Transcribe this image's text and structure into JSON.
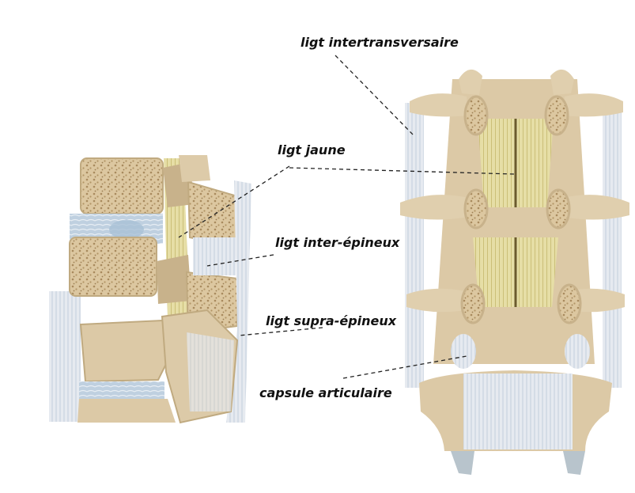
{
  "labels": {
    "intertransversaire": "ligt intertransversaire",
    "jaune": "ligt jaune",
    "inter_epineux": "ligt inter-épineux",
    "supra_epineux": "ligt supra-épineux",
    "capsule": "capsule articulaire"
  },
  "colors": {
    "bone": "#e3d4b6",
    "bone_dark": "#c8b28b",
    "cancellous": "#d6c29a",
    "cancellous_dot": "#a88a5e",
    "ligament_white": "#e4e8ee",
    "ligament_blue": "#b9cbdc",
    "ligament_yellow": "#e4dca0",
    "leader": "#222222"
  }
}
